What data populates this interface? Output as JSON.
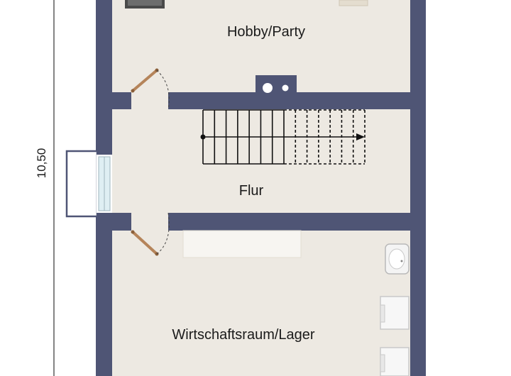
{
  "rooms": {
    "hobby": "Hobby/Party",
    "hall": "Flur",
    "utility": "Wirtschaftsraum/Lager"
  },
  "dimensions": {
    "height": "10,50"
  },
  "colors": {
    "wall": "#4f5575",
    "floor": "#ede9e2",
    "door": "#b5845a",
    "fixture": "#f7f5f1",
    "window_glass": "#dfeff3"
  }
}
